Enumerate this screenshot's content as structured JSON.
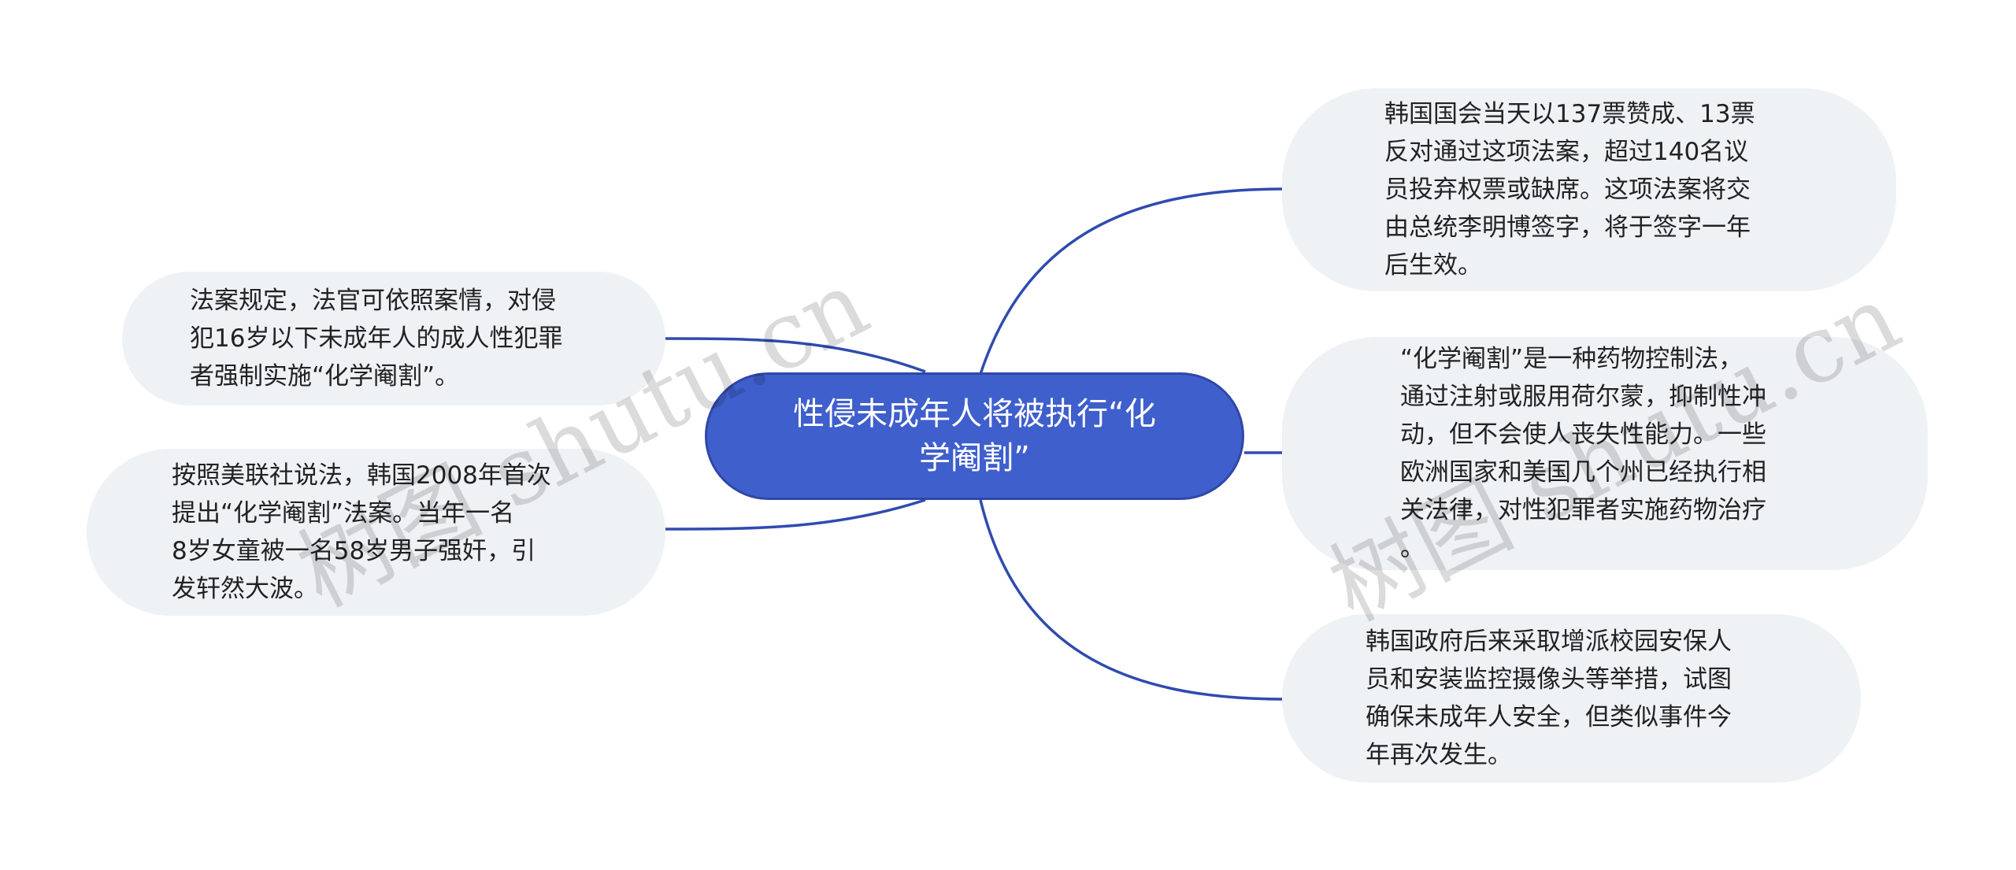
{
  "root": {
    "title": "性侵未成年人将被执行“化学阉割”"
  },
  "branches": [
    {
      "id": "r1",
      "text": "韩国国会当天以137票赞成、13票\n反对通过这项法案，超过140名议\n员投弃权票或缺席。这项法案将交\n由总统李明博签字，将于签字一年\n后生效。"
    },
    {
      "id": "r2",
      "text": "“化学阉割”是一种药物控制法，\n通过注射或服用荷尔蒙，抑制性冲\n动，但不会使人丧失性能力。一些\n欧洲国家和美国几个州已经执行相\n关法律，对性犯罪者实施药物治疗\n。"
    },
    {
      "id": "r3",
      "text": "韩国政府后来采取增派校园安保人\n员和安装监控摄像头等举措，试图\n确保未成年人安全，但类似事件今\n年再次发生。"
    },
    {
      "id": "l1",
      "text": "法案规定，法官可依照案情，对侵\n犯16岁以下未成年人的成人性犯罪\n者强制实施“化学阉割”。"
    },
    {
      "id": "l2",
      "text": "按照美联社说法，韩国2008年首次\n提出“化学阉割”法案。当年一名\n8岁女童被一名58岁男子强奸，引\n发轩然大波。"
    }
  ],
  "watermarks": [
    "树图 shutu.cn",
    "树图 shutu.cn"
  ],
  "colors": {
    "root_fill": "#3f5fcc",
    "node_fill": "#eff2f5",
    "link": "#2f4bb0"
  }
}
